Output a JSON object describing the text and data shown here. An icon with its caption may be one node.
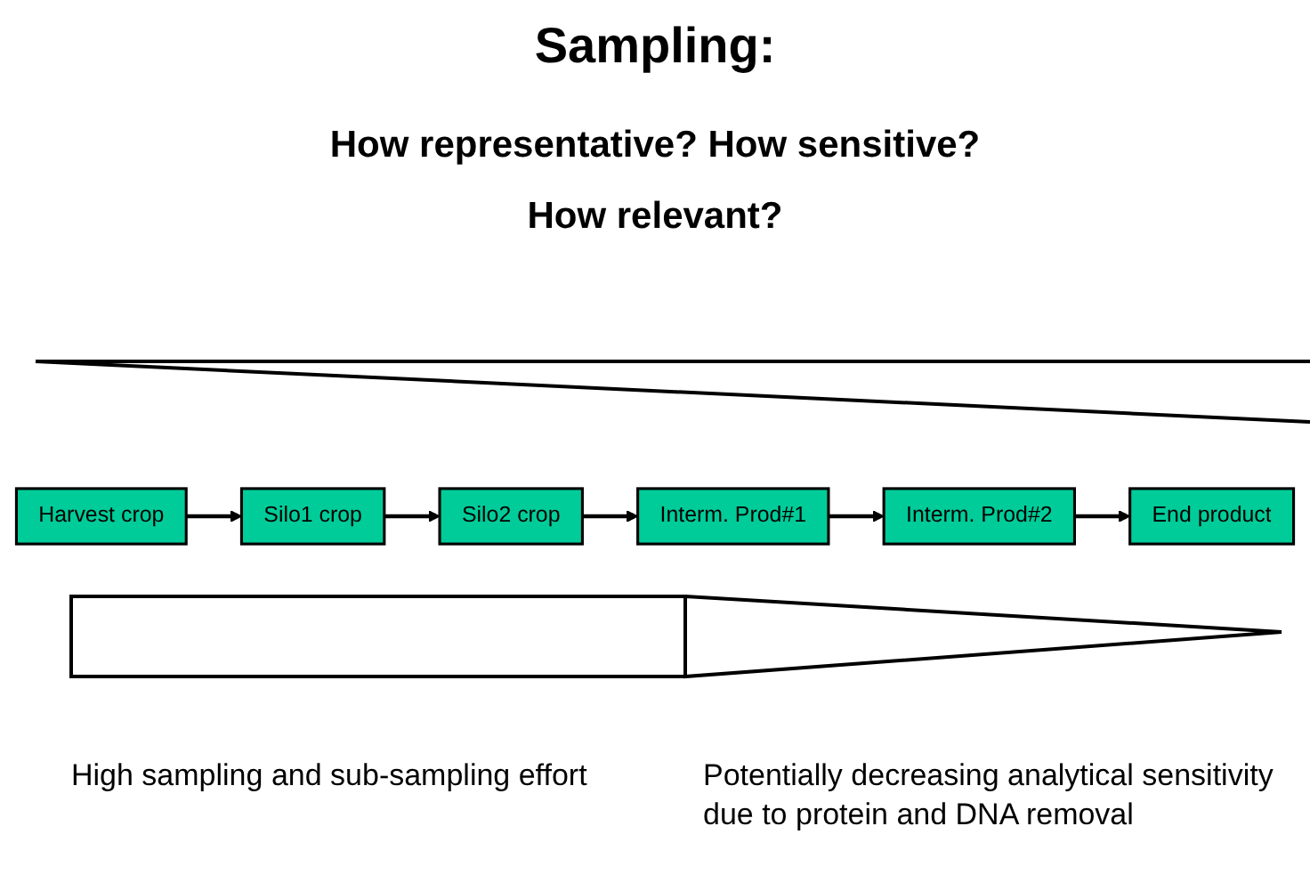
{
  "diagram": {
    "title": "Sampling:",
    "nodes": [
      {
        "text": [
          "Harvest crop"
        ]
      },
      {
        "text": [
          "Silo1 crop"
        ]
      },
      {
        "text": [
          "Silo2 crop"
        ]
      },
      {
        "text": [
          "Interm. Prod#1"
        ]
      },
      {
        "text": [
          "Interm. Prod#2"
        ]
      },
      {
        "text": [
          "End product"
        ]
      }
    ],
    "edges": [
      {
        "from": 0,
        "to": 1,
        "arrow": "to"
      },
      {
        "from": 1,
        "to": 2,
        "arrow": "to"
      },
      {
        "from": 2,
        "to": 3,
        "arrow": "to"
      },
      {
        "from": 3,
        "to": 4,
        "arrow": "to"
      },
      {
        "from": 4,
        "to": 5,
        "arrow": "to"
      }
    ],
    "labels": [
      "How representative? How sensitive?",
      "How relevant?",
      "High sampling and sub-sampling effort",
      "Potentially decreasing analytical sensitivity due to protein and DNA removal"
    ]
  }
}
